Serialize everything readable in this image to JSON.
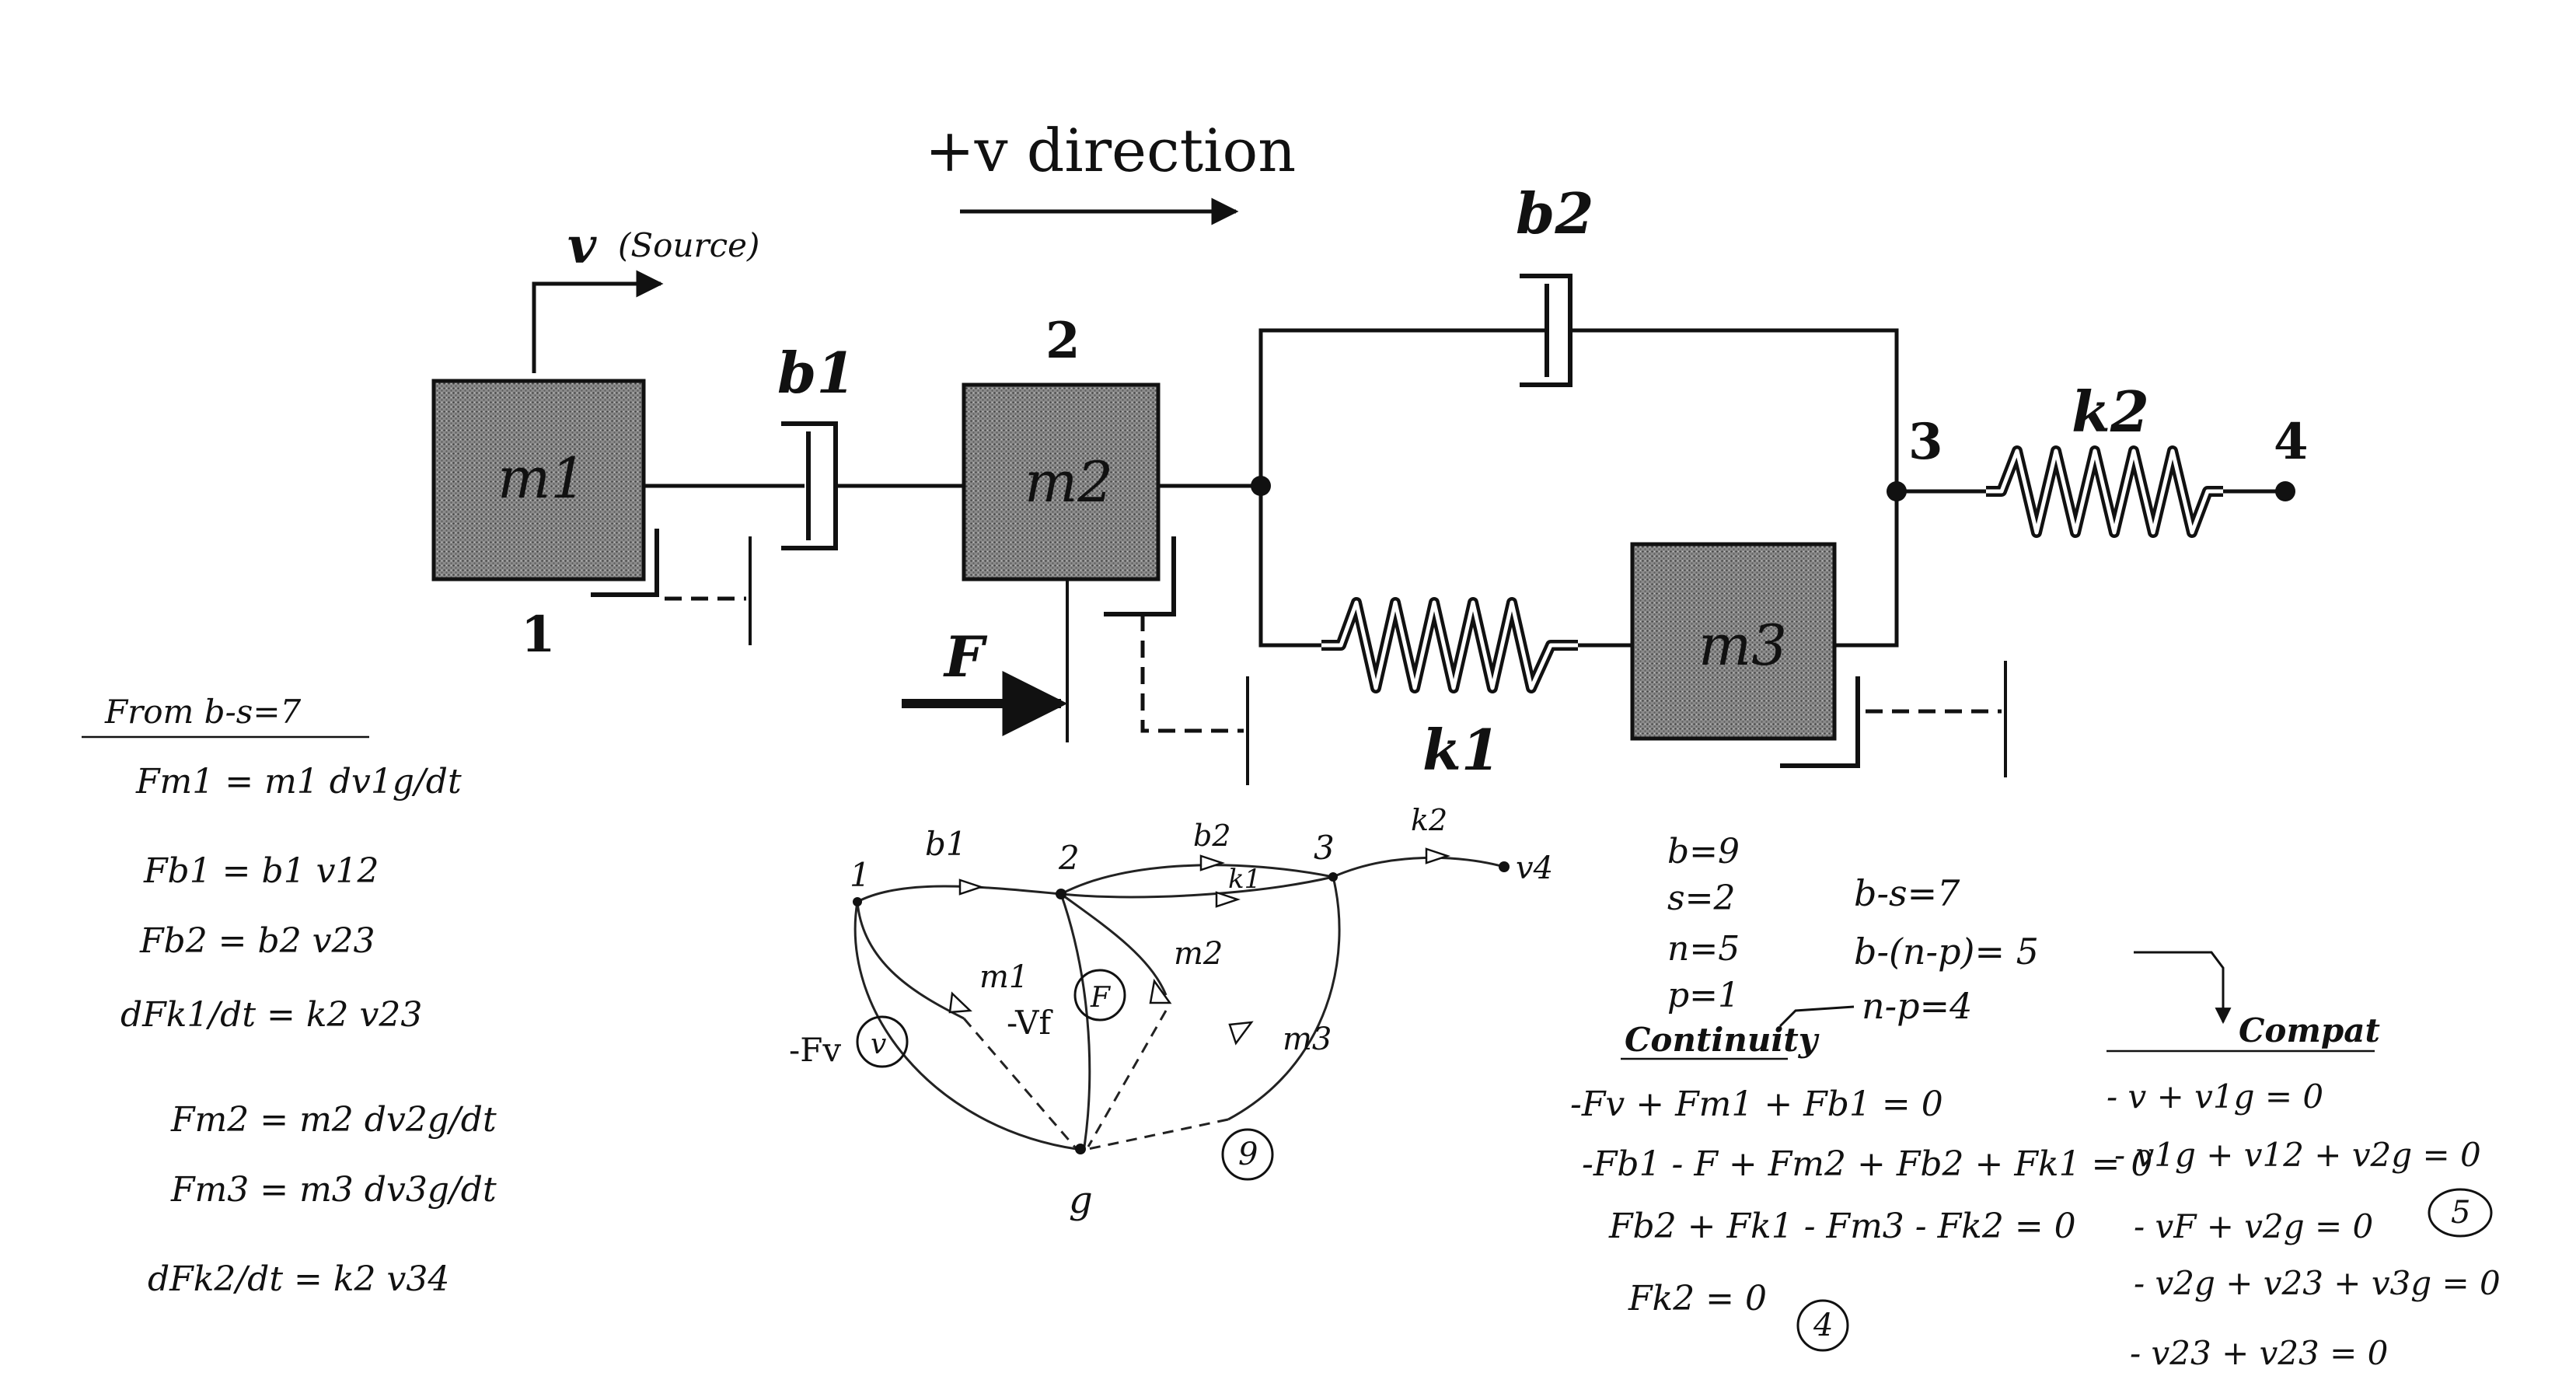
{
  "top": {
    "direction_label": "+v direction",
    "source_v": "v",
    "source_note": "(Source)"
  },
  "components": {
    "m1": "m1",
    "m2": "m2",
    "m3": "m3",
    "b1": "b1",
    "b2": "b2",
    "k1": "k1",
    "k2": "k2",
    "force": "F",
    "node1": "1",
    "node2": "2",
    "node3": "3",
    "node4": "4"
  },
  "graph": {
    "nodes": [
      "1",
      "2",
      "3",
      "g"
    ],
    "v4": "v4",
    "edge_labels": [
      "b1",
      "b2",
      "k1",
      "k2",
      "m1",
      "m2",
      "m3"
    ],
    "fv": "-Fv",
    "fv_circle": "v",
    "vf": "-Vf",
    "f_circle": "F",
    "count": "9"
  },
  "left_eqs": {
    "heading": "From b-s=7",
    "eq1": "Fm1 = m1 dv1g/dt",
    "eq2": "Fb1 = b1 v12",
    "eq3": "Fb2 = b2 v23",
    "eq4": "dFk1/dt = k2 v23",
    "eq5": "Fm2 = m2 dv2g/dt",
    "eq6": "Fm3 = m3 dv3g/dt",
    "eq7": "dFk2/dt = k2 v34"
  },
  "counts": {
    "b": "b=9",
    "s": "s=2",
    "n": "n=5",
    "p": "p=1",
    "bs": "b-s=7",
    "bnp": "b-(n-p)= 5",
    "np": "n-p=4"
  },
  "continuity": {
    "heading": "Continuity",
    "eq1": "-Fv + Fm1 + Fb1 = 0",
    "eq2": "-Fb1 - F + Fm2 + Fb2 + Fk1 = 0",
    "eq3": "Fb2 + Fk1 - Fm3 - Fk2 = 0",
    "eq4": "Fk2 = 0",
    "count": "4"
  },
  "compat": {
    "heading": "Compat",
    "eq1": "- v + v1g = 0",
    "eq2": "- v1g + v12 + v2g = 0",
    "eq3": "- vF + v2g = 0",
    "eq4": "- v2g + v23 + v3g = 0",
    "eq5": "- v23 + v23 = 0",
    "count": "5"
  }
}
